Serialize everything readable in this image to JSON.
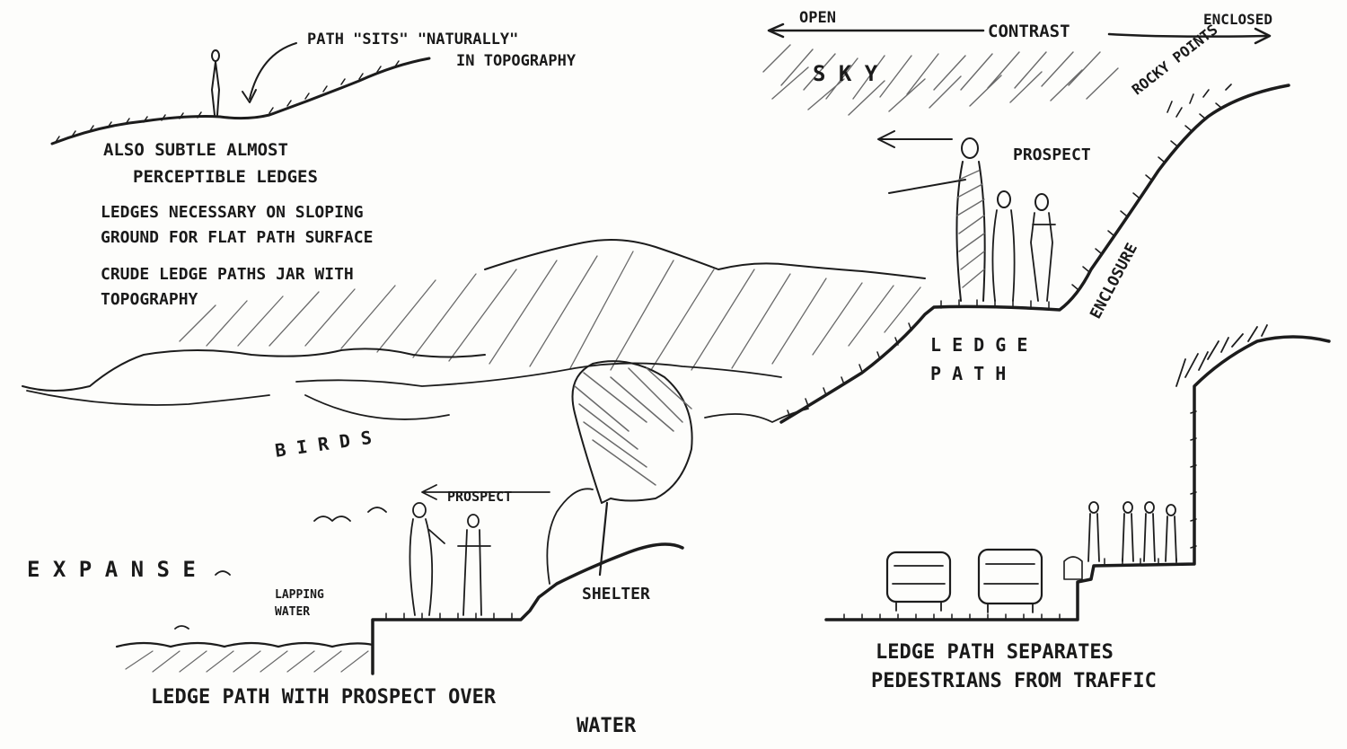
{
  "contrast_scale": {
    "left": "OPEN",
    "center": "CONTRAST",
    "right": "ENCLOSED"
  },
  "topography_note": {
    "line1": "PATH \"SITS\" \"NATURALLY\"",
    "line2": "IN TOPOGRAPHY"
  },
  "notes": [
    "ALSO SUBTLE ALMOST",
    "PERCEPTIBLE LEDGES",
    "LEDGES NECESSARY ON SLOPING",
    "GROUND FOR FLAT PATH SURFACE",
    "CRUDE LEDGE PATHS JAR WITH",
    "TOPOGRAPHY"
  ],
  "upper_right": {
    "sky": "S K Y",
    "rocky_points": "ROCKY POINTS",
    "prospect": "PROSPECT",
    "enclosure": "ENCLOSURE",
    "ledge_path_1": "L E D G E",
    "ledge_path_2": "P A T H"
  },
  "lower_left": {
    "birds": "B I R D S",
    "prospect": "PROSPECT",
    "expanse": "E X P A N S E",
    "lapping_water_1": "LAPPING",
    "lapping_water_2": "WATER",
    "shelter": "SHELTER",
    "caption_1": "LEDGE PATH WITH PROSPECT OVER",
    "caption_2": "WATER"
  },
  "lower_right": {
    "caption_1": "LEDGE PATH SEPARATES",
    "caption_2": "PEDESTRIANS FROM TRAFFIC"
  }
}
